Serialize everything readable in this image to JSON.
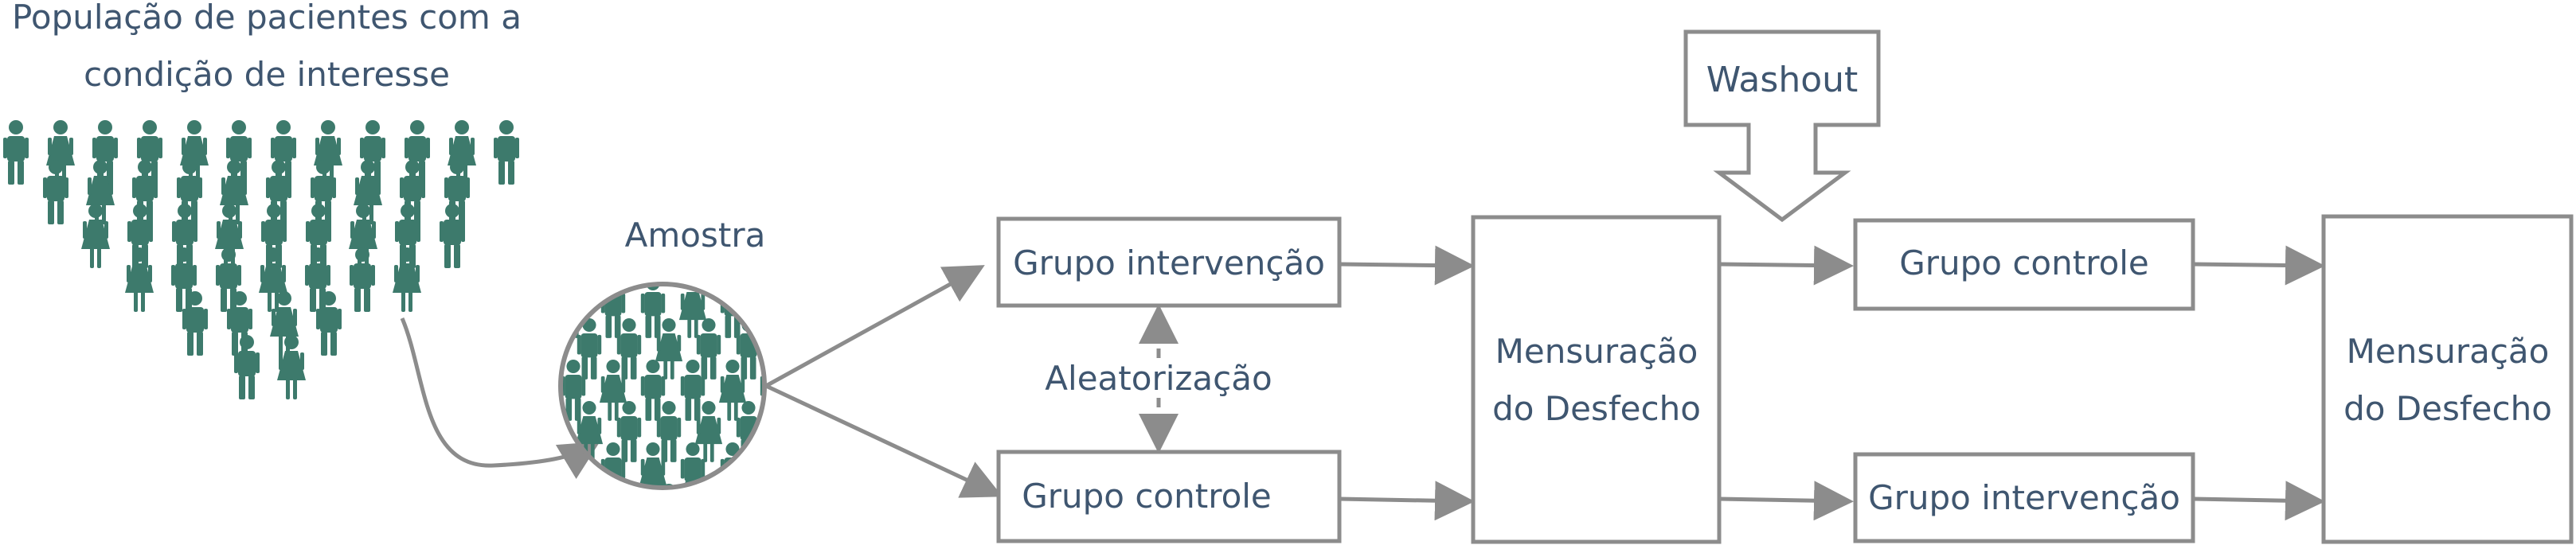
{
  "diagram": {
    "population_label_lines": [
      "População de pacientes com a",
      "condição de interesse"
    ],
    "sample_label": "Amostra",
    "randomization_label": "Aleatorização",
    "washout_label": "Washout",
    "period1": {
      "top_group": "Grupo intervenção",
      "bottom_group": "Grupo controle",
      "outcome_lines": [
        "Mensuração",
        "do Desfecho"
      ]
    },
    "period2": {
      "top_group": "Grupo controle",
      "bottom_group": "Grupo intervenção",
      "outcome_lines": [
        "Mensuração",
        "do Desfecho"
      ]
    }
  },
  "colors": {
    "text": "#3f5670",
    "box_stroke": "#8c8c8c",
    "figure": "#3d7a6c",
    "background": "#ffffff"
  },
  "icons": {
    "population": "people-crowd-icon",
    "sample": "sample-circle-icon"
  }
}
